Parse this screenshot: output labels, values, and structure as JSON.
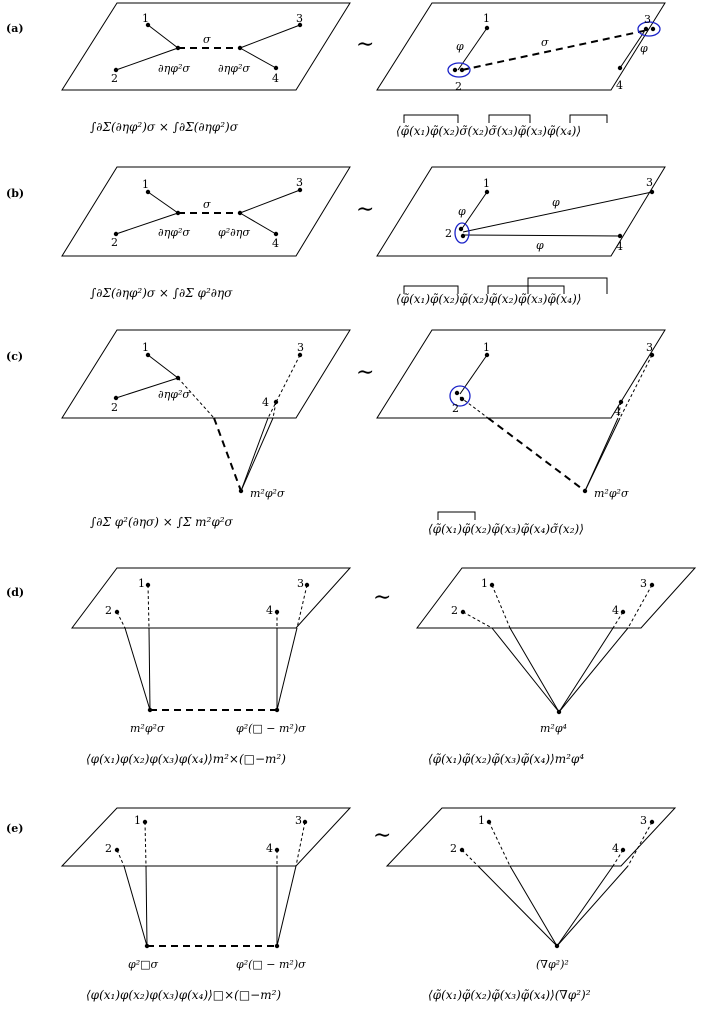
{
  "rows": [
    {
      "label": "(a)",
      "equiv": "∼",
      "left": {
        "formula": "∫∂Σ(∂ηφ²)σ × ∫∂Σ(∂ηφ²)σ",
        "numbers": [
          "1",
          "2",
          "3",
          "4"
        ],
        "vertex_labels": [
          "∂ηφ²σ",
          "∂ηφ²σ"
        ],
        "edge_label": "σ"
      },
      "right": {
        "formula": "⟨φ̃(x₁)φ̃(x₂)σ̃(x₂)σ̃(x₃)φ̃(x₃)φ̃(x₄)⟩",
        "numbers": [
          "1",
          "2",
          "3",
          "4"
        ],
        "edge_labels": [
          "φ",
          "σ",
          "φ"
        ]
      }
    },
    {
      "label": "(b)",
      "equiv": "∼",
      "left": {
        "formula": "∫∂Σ(∂ηφ²)σ × ∫∂Σ φ²∂ησ",
        "numbers": [
          "1",
          "2",
          "3",
          "4"
        ],
        "vertex_labels": [
          "∂ηφ²σ",
          "φ²∂ησ"
        ],
        "edge_label": "σ"
      },
      "right": {
        "formula": "⟨φ̃(x₁)φ̃(x₂)φ̃(x₂)φ̃(x₂)φ̃(x₃)φ̃(x₄)⟩",
        "numbers": [
          "1",
          "2",
          "3",
          "4"
        ],
        "edge_labels": [
          "φ",
          "φ",
          "φ"
        ]
      }
    },
    {
      "label": "(c)",
      "equiv": "∼",
      "left": {
        "formula": "∫∂Σ φ²(∂ησ) × ∫Σ m²φ²σ",
        "numbers": [
          "1",
          "2",
          "3",
          "4"
        ],
        "vertex_labels": [
          "∂ηφ²σ",
          "m²φ²σ"
        ]
      },
      "right": {
        "formula": "⟨φ̃(x₁)φ̃(x₂)φ̃(x₃)φ̃(x₄)σ̃(x₂)⟩",
        "numbers": [
          "1",
          "2",
          "3",
          "4"
        ],
        "vertex_labels": [
          "m²φ²σ"
        ]
      }
    },
    {
      "label": "(d)",
      "equiv": "∼",
      "left": {
        "formula": "⟨φ(x₁)φ(x₂)φ(x₃)φ(x₄)⟩m²×(□−m²)",
        "numbers": [
          "1",
          "2",
          "3",
          "4"
        ],
        "vertex_labels": [
          "m²φ²σ",
          "φ²(□ − m²)σ"
        ]
      },
      "right": {
        "formula": "⟨φ̃(x₁)φ̃(x₂)φ̃(x₃)φ̃(x₄)⟩m²φ⁴",
        "numbers": [
          "1",
          "2",
          "3",
          "4"
        ],
        "vertex_labels": [
          "m²φ⁴"
        ]
      }
    },
    {
      "label": "(e)",
      "equiv": "∼",
      "left": {
        "formula": "⟨φ(x₁)φ(x₂)φ(x₃)φ(x₄)⟩□×(□−m²)",
        "numbers": [
          "1",
          "2",
          "3",
          "4"
        ],
        "vertex_labels": [
          "φ²□σ",
          "φ²(□ − m²)σ"
        ]
      },
      "right": {
        "formula": "⟨φ̃(x₁)φ̃(x₂)φ̃(x₃)φ̃(x₄)⟩(∇φ²)²",
        "numbers": [
          "1",
          "2",
          "3",
          "4"
        ],
        "vertex_labels": [
          "(∇φ²)²"
        ]
      }
    }
  ]
}
